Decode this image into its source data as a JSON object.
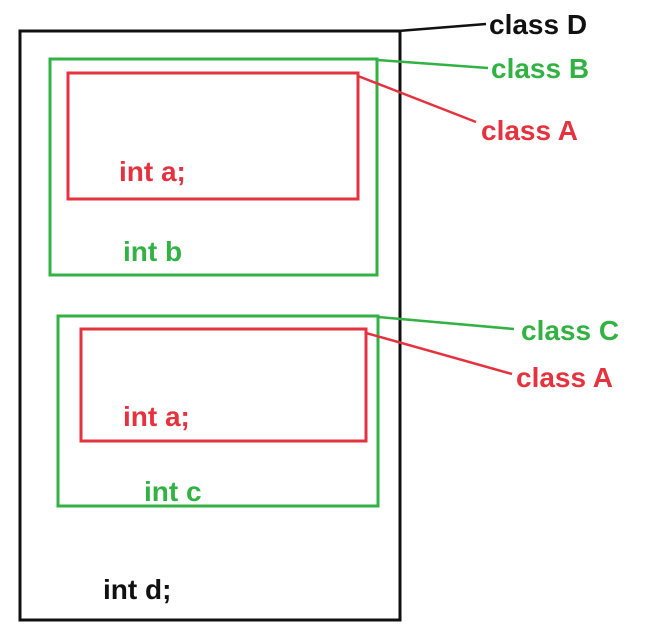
{
  "colors": {
    "black": "#111111",
    "green": "#33b244",
    "red": "#e5323f"
  },
  "labels": {
    "class_d": "class D",
    "class_b": "class B",
    "class_a_top": "class A",
    "class_c": "class C",
    "class_a_bottom": "class A"
  },
  "members": {
    "b_int_a": "int a;",
    "int_b": "int b",
    "c_int_a": "int a;",
    "int_c": "int c",
    "int_d": "int d;"
  }
}
